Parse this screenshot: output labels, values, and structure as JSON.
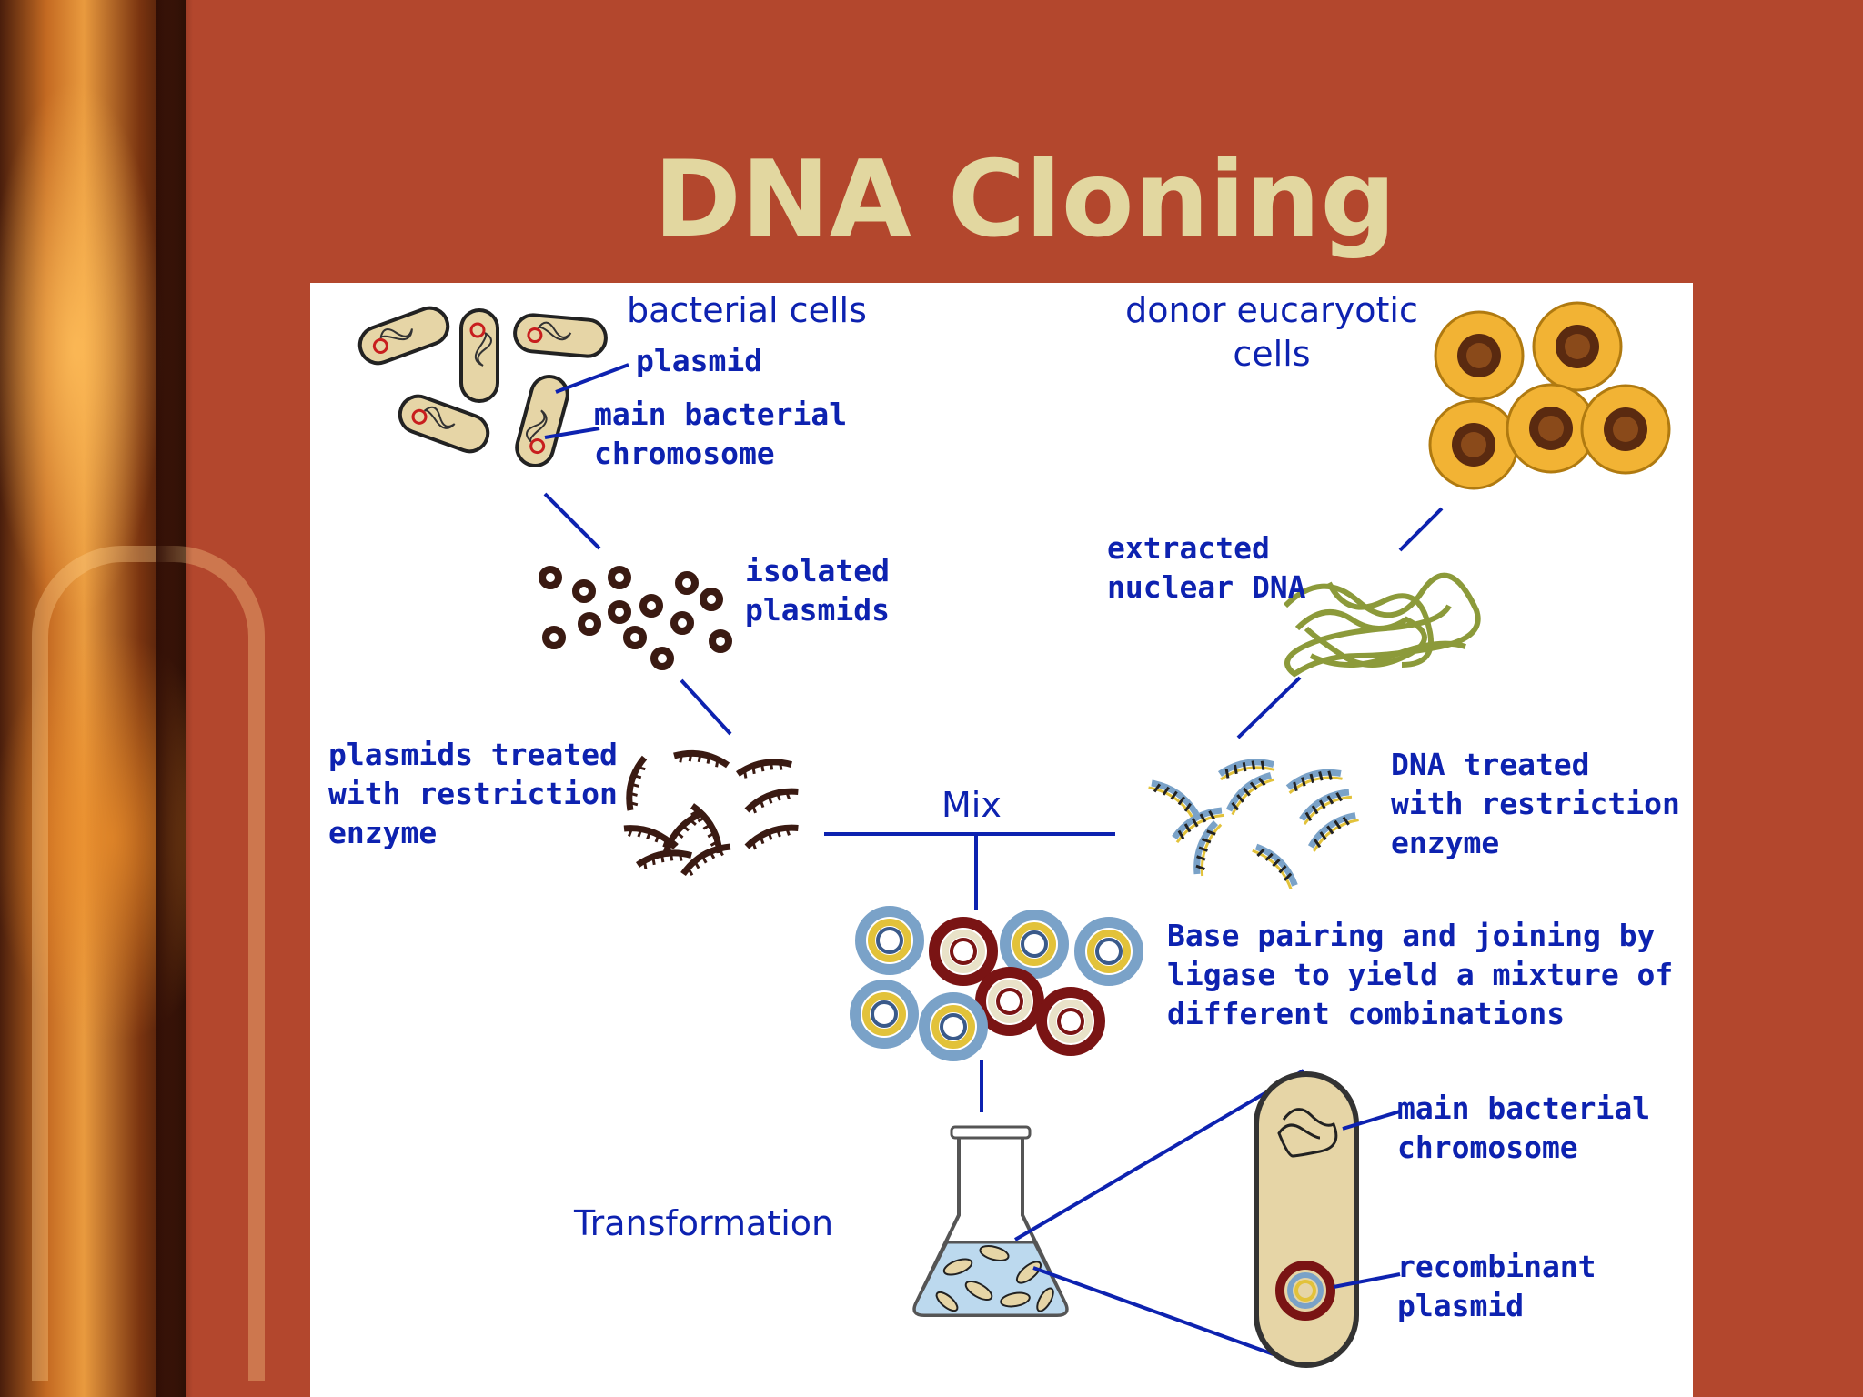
{
  "slide": {
    "title": "DNA Cloning"
  },
  "diagram": {
    "labels": {
      "bacterial_cells": "bacterial cells",
      "plasmid": "plasmid",
      "main_chromosome_top": "main bacterial\nchromosome",
      "donor_cells": "donor eucaryotic\ncells",
      "isolated_plasmids": "isolated\nplasmids",
      "extracted_dna": "extracted\nnuclear DNA",
      "plasmids_treated": "plasmids treated\nwith restriction\nenzyme",
      "mix": "Mix",
      "dna_treated": "DNA treated\nwith restriction\nenzyme",
      "base_pairing": "Base pairing and joining by\nligase to yield a mixture of\ndifferent combinations",
      "transformation": "Transformation",
      "main_chromosome_bottom": "main bacterial\nchromosome",
      "recombinant_plasmid": "recombinant\nplasmid"
    },
    "colors": {
      "label": "#0d22b0",
      "line": "#0d22b0",
      "bacteria_fill": "#e6d5a6",
      "plasmid_dark": "#3a1a12",
      "donor_cell": "#f2b334",
      "nucleus": "#5a2a10",
      "dna_strand": "#8c9a3a",
      "plasmid_red": "#7a1414",
      "plasmid_blue": "#7aa2c8",
      "insert_yellow": "#e2c23a",
      "flask_liquid": "#bcd9ee",
      "slide_background": "#b3472d",
      "title": "#e2d7a0"
    }
  }
}
